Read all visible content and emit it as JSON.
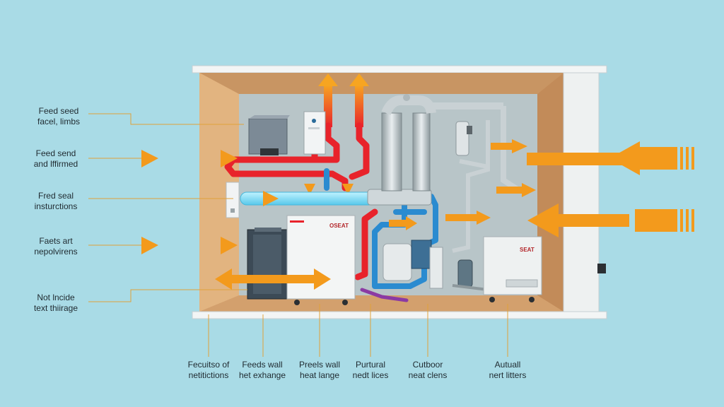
{
  "left_labels": [
    {
      "line1": "Feed seed",
      "line2": "facel, limbs"
    },
    {
      "line1": "Feed send",
      "line2": "and lffirmed"
    },
    {
      "line1": "Fred seal",
      "line2": "insturctions"
    },
    {
      "line1": "Faets art",
      "line2": "nepolvirens"
    },
    {
      "line1": "Not lncide",
      "line2": "text thiirage"
    }
  ],
  "bottom_labels": [
    {
      "line1": "Fecuitso of",
      "line2": "netitictions"
    },
    {
      "line1": "Feeds wall",
      "line2": "het exhange"
    },
    {
      "line1": "Preels wall",
      "line2": "heat lange"
    },
    {
      "line1": "Purtural",
      "line2": "nedt lices"
    },
    {
      "line1": "Cutboor",
      "line2": "neat clens"
    },
    {
      "line1": "Autuall",
      "line2": "nert litters"
    }
  ],
  "unit_brand": "OSEAT",
  "unit_brand_right": "SEAT",
  "colors": {
    "background": "#a9dbe6",
    "hot_pipe": "#e8232b",
    "cold_pipe": "#2a8bd0",
    "arrow": "#f39a1c",
    "wall": "#d8a976",
    "interior": "#b8c5c8"
  }
}
